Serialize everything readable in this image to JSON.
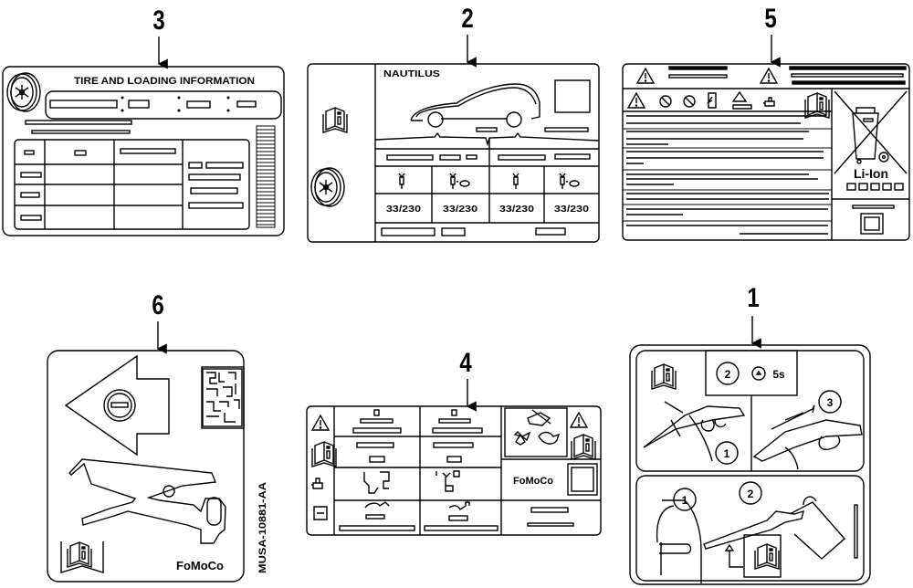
{
  "diagram": {
    "type": "parts-label-exploded-view",
    "callouts": [
      {
        "number": "1",
        "part": "fuel-filler-instruction-label"
      },
      {
        "number": "2",
        "part": "tire-pressure-label"
      },
      {
        "number": "3",
        "part": "tire-and-loading-information-label"
      },
      {
        "number": "4",
        "part": "engine-emission-warning-label"
      },
      {
        "number": "5",
        "part": "battery-warning-label"
      },
      {
        "number": "6",
        "part": "jump-start-label"
      }
    ],
    "labels": {
      "tire_loading": {
        "title": "TIRE AND LOADING INFORMATION"
      },
      "tire_pressure": {
        "model": "NAUTILUS",
        "pressures": [
          "33/230",
          "33/230",
          "33/230",
          "33/230"
        ]
      },
      "battery": {
        "chemistry": "Li-Ion"
      },
      "jump_start": {
        "brand": "FoMoCo",
        "part_number": "MUSA-10881-AA"
      },
      "engine": {
        "brand": "FoMoCo"
      },
      "fuel_filler": {
        "step_1": "1",
        "step_2": "2",
        "step_3": "3",
        "wait_text": "5s",
        "lower_step_1": "1",
        "lower_step_2": "2"
      }
    }
  },
  "colors": {
    "line": "#000000",
    "background": "#ffffff"
  }
}
